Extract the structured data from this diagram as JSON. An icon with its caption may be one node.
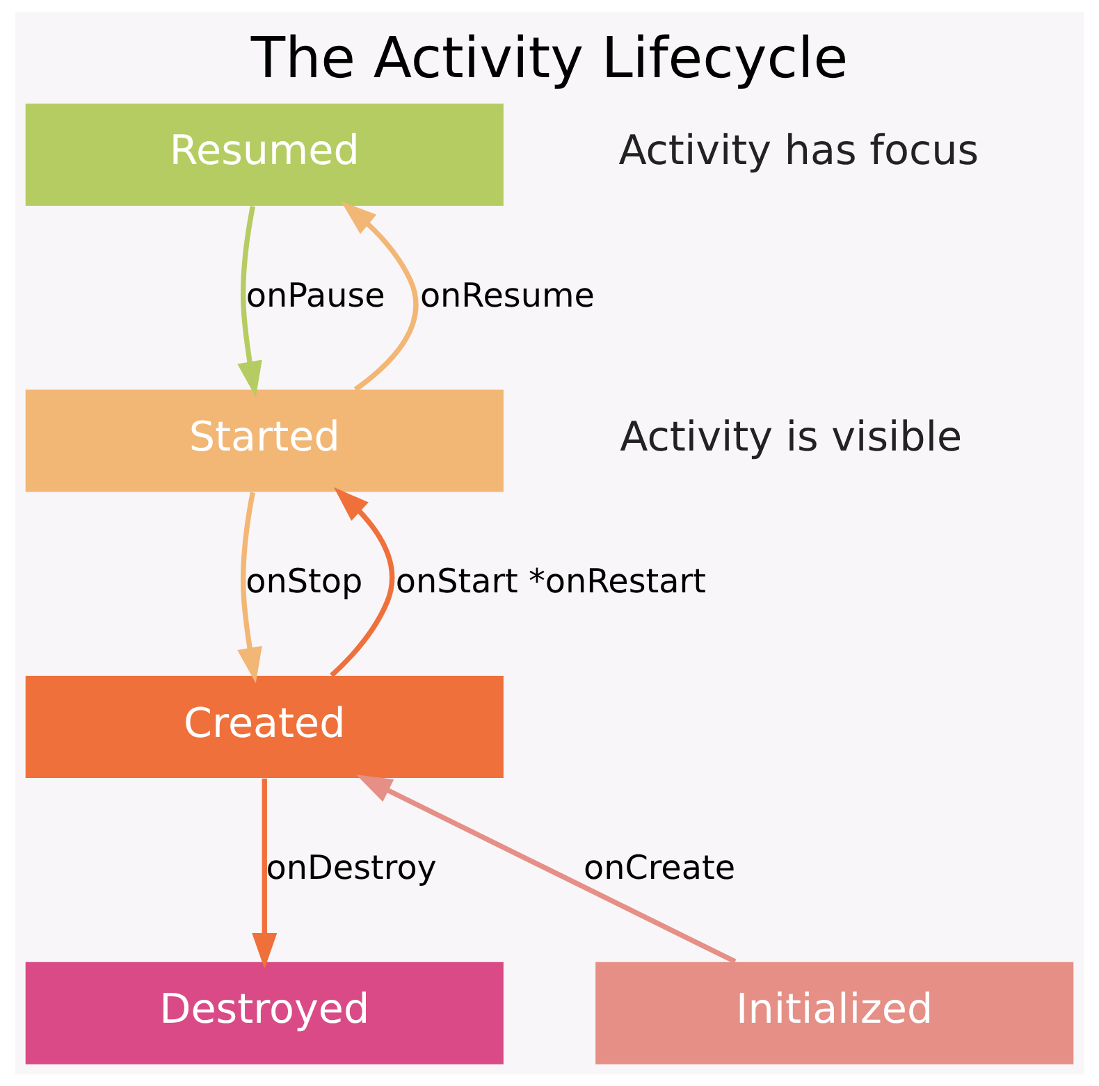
{
  "diagram": {
    "title": "The Activity Lifecycle",
    "nodes": [
      {
        "text": [
          "Resumed"
        ]
      },
      {
        "text": [
          "Started"
        ]
      },
      {
        "text": [
          "Created"
        ]
      },
      {
        "text": [
          "Initialized"
        ]
      },
      {
        "text": [
          "Destroyed"
        ]
      }
    ],
    "edges": [
      {
        "from": 1,
        "to": 0,
        "arrow": "to",
        "label": "onResume",
        "color": "#f2b675"
      },
      {
        "from": 0,
        "to": 1,
        "arrow": "to",
        "label": "onPause",
        "color": "#b5cc62"
      },
      {
        "from": 2,
        "to": 1,
        "arrow": "to",
        "label": "onStart *onRestart",
        "color": "#ef703a"
      },
      {
        "from": 1,
        "to": 2,
        "arrow": "to",
        "label": "onStop",
        "color": "#f2b675"
      },
      {
        "from": 3,
        "to": 2,
        "arrow": "to",
        "label": "onCreate",
        "color": "#e58f86"
      },
      {
        "from": 2,
        "to": 4,
        "arrow": "to",
        "label": "onDestroy",
        "color": "#ef703a"
      }
    ],
    "labels": [
      "Activity has focus",
      "Activity is visible"
    ]
  }
}
